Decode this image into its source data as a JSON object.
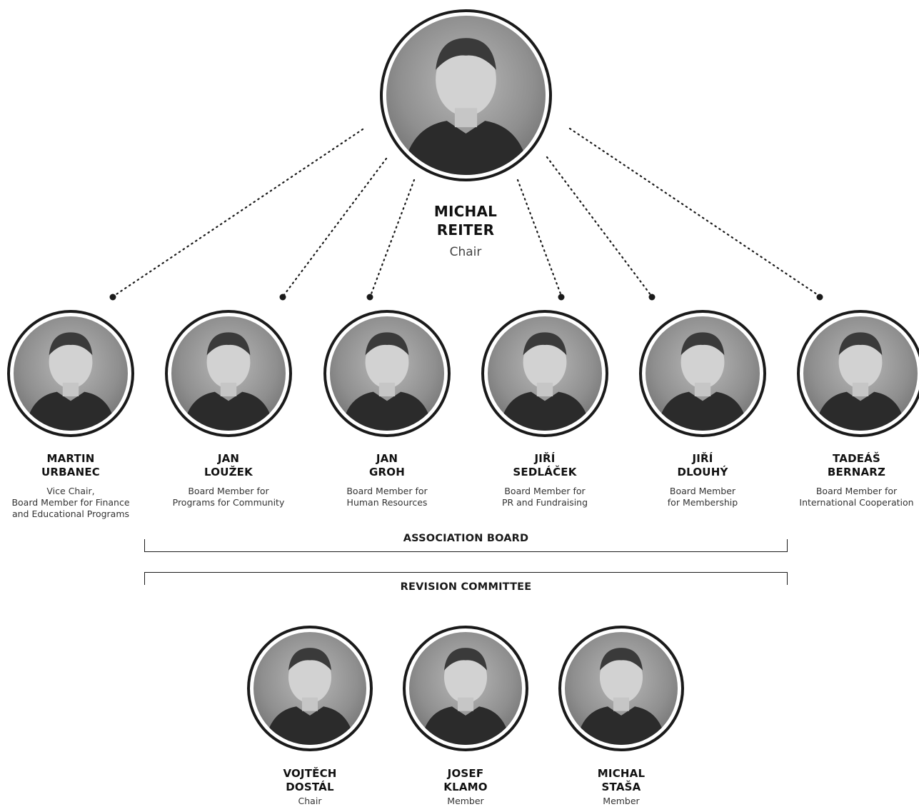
{
  "chair": {
    "name_line1": "MICHAL",
    "name_line2": "REITER",
    "role": "Chair"
  },
  "board": {
    "title": "ASSOCIATION BOARD",
    "members": [
      {
        "name_line1": "MARTIN",
        "name_line2": "URBANEC",
        "role": "Vice Chair,\nBoard Member for Finance\nand Educational Programs"
      },
      {
        "name_line1": "JAN",
        "name_line2": "LOUŽEK",
        "role": "Board Member for\nPrograms for Community"
      },
      {
        "name_line1": "JAN",
        "name_line2": "GROH",
        "role": "Board Member for\nHuman Resources"
      },
      {
        "name_line1": "JIŘÍ",
        "name_line2": "SEDLÁČEK",
        "role": "Board Member for\nPR and Fundraising"
      },
      {
        "name_line1": "JIŘÍ",
        "name_line2": "DLOUHÝ",
        "role": "Board Member\nfor Membership"
      },
      {
        "name_line1": "TADEÁŠ",
        "name_line2": "BERNARZ",
        "role": "Board Member for\nInternational Cooperation"
      }
    ]
  },
  "revision": {
    "title": "REVISION COMMITTEE",
    "members": [
      {
        "name_line1": "VOJTĚCH",
        "name_line2": "DOSTÁL",
        "role": "Chair"
      },
      {
        "name_line1": "JOSEF",
        "name_line2": "KLAMO",
        "role": "Member"
      },
      {
        "name_line1": "MICHAL",
        "name_line2": "STAŠA",
        "role": "Member"
      }
    ]
  },
  "colors": {
    "ink": "#1a1a1a",
    "photo_light": "#b9b9b9",
    "photo_dark": "#5e5e5e"
  },
  "icons": {
    "portrait": "person-silhouette-icon",
    "connector_end": "dot-icon"
  }
}
